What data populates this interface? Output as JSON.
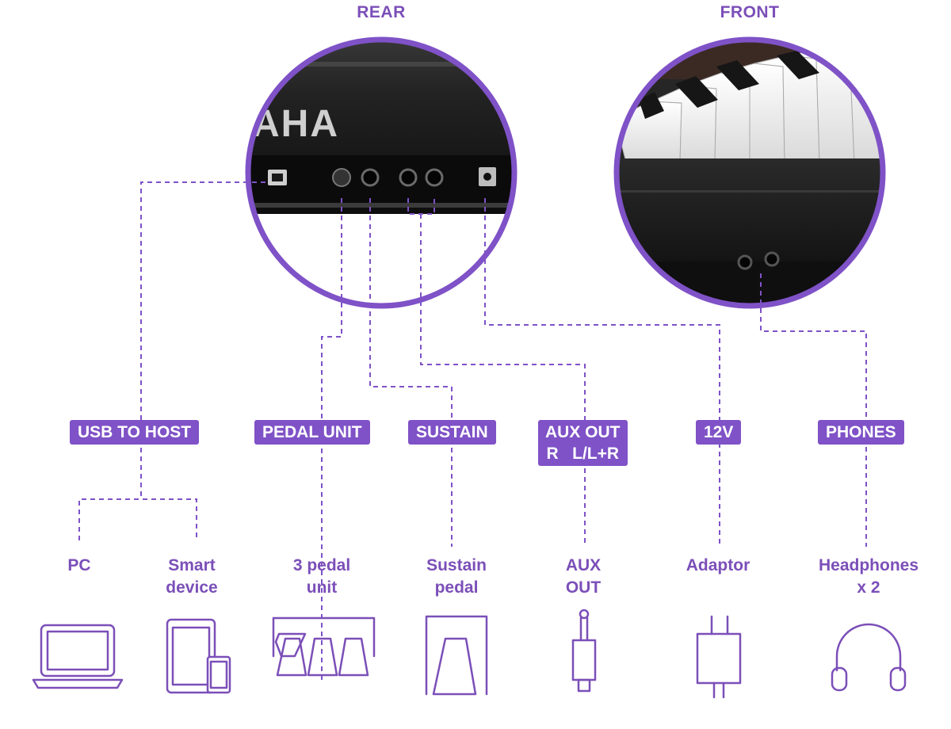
{
  "headings": {
    "rear": "REAR",
    "front": "FRONT"
  },
  "rear_panel": {
    "brand_fragment": "AHA"
  },
  "ports": {
    "usb": "USB TO HOST",
    "pedal_unit": "PEDAL UNIT",
    "sustain": "SUSTAIN",
    "aux_out_line1": "AUX OUT",
    "aux_out_line2": "R   L/L+R",
    "dc12v": "12V",
    "phones": "PHONES"
  },
  "devices": {
    "pc": [
      "PC"
    ],
    "smart_device": [
      "Smart",
      "device"
    ],
    "pedal_unit_3": [
      "3 pedal",
      "unit"
    ],
    "sustain_pedal": [
      "Sustain",
      "pedal"
    ],
    "aux_out": [
      "AUX",
      "OUT"
    ],
    "adaptor": [
      "Adaptor"
    ],
    "headphones": [
      "Headphones",
      "x 2"
    ]
  },
  "colors": {
    "accent": "#7f52c7",
    "text": "#7b4fb8",
    "panel": "#1c1c1c"
  },
  "icons": [
    "laptop-icon",
    "tablet-phone-icon",
    "pedal-unit-icon",
    "sustain-pedal-icon",
    "audio-jack-icon",
    "power-adaptor-icon",
    "headphones-icon"
  ]
}
